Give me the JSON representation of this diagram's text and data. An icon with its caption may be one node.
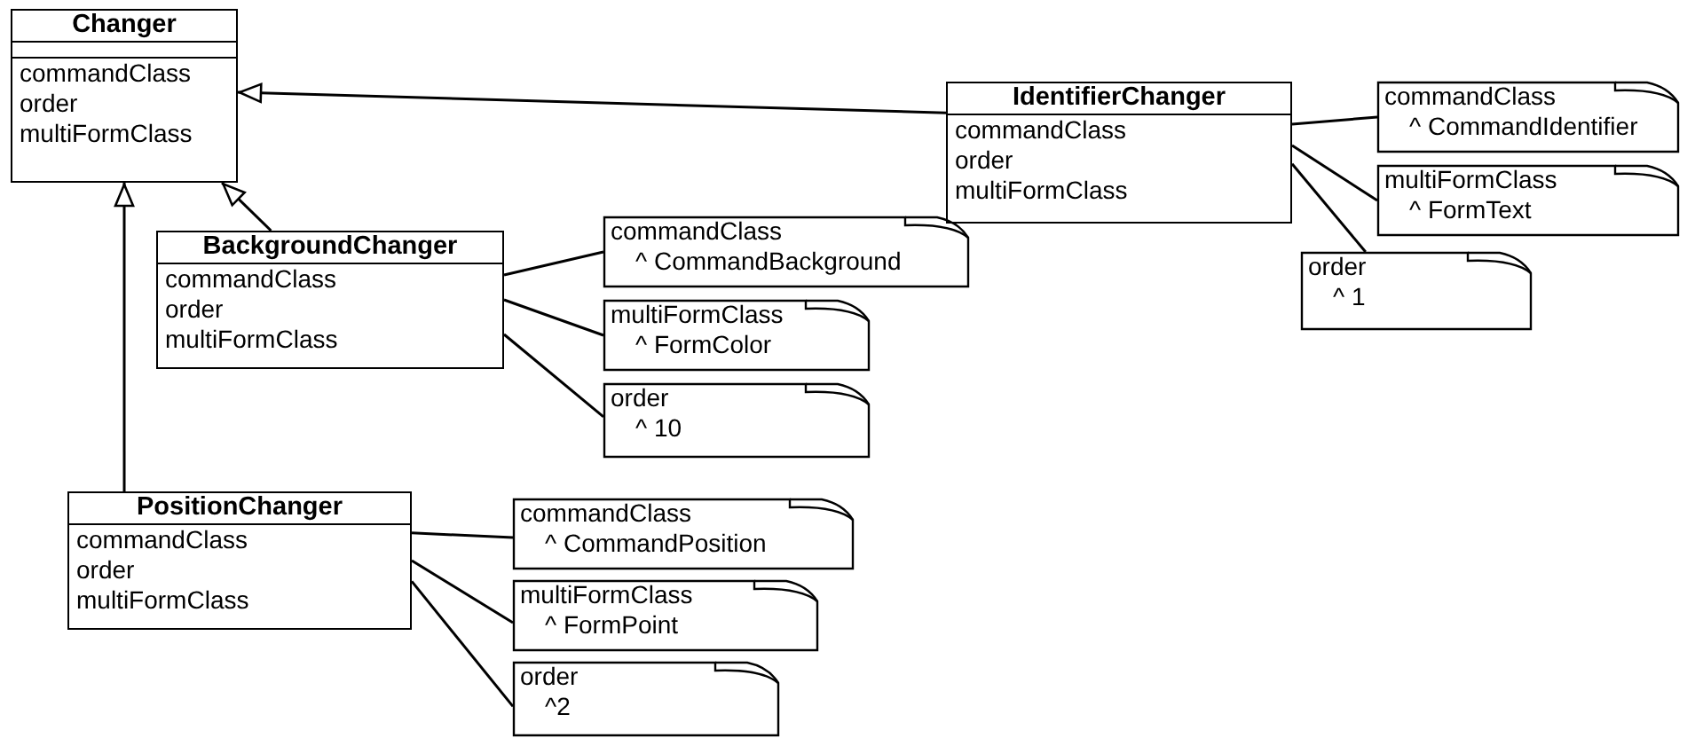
{
  "diagram": {
    "nodes": [
      {
        "text": [
          "Changer",
          "commandClass",
          "order",
          "multiFormClass"
        ]
      },
      {
        "text": [
          "IdentifierChanger",
          "commandClass",
          "order",
          "multiFormClass"
        ]
      },
      {
        "text": [
          "commandClass",
          "^ CommandIdentifier"
        ]
      },
      {
        "text": [
          "multiFormClass",
          "^ FormText"
        ]
      },
      {
        "text": [
          "order",
          "^ 1"
        ]
      },
      {
        "text": [
          "BackgroundChanger",
          "commandClass",
          "order",
          "multiFormClass"
        ]
      },
      {
        "text": [
          "commandClass",
          "^ CommandBackground"
        ]
      },
      {
        "text": [
          "multiFormClass",
          "^ FormColor"
        ]
      },
      {
        "text": [
          "order",
          "^ 10"
        ]
      },
      {
        "text": [
          "PositionChanger",
          "commandClass",
          "order",
          "multiFormClass"
        ]
      },
      {
        "text": [
          "commandClass",
          "^ CommandPosition"
        ]
      },
      {
        "text": [
          "multiFormClass",
          "^ FormPoint"
        ]
      },
      {
        "text": [
          "order",
          "^2"
        ]
      }
    ],
    "edges": [
      {
        "from": 1,
        "to": 0,
        "arrow": "to"
      },
      {
        "from": 5,
        "to": 0,
        "arrow": "to"
      },
      {
        "from": 9,
        "to": 0,
        "arrow": "to"
      },
      {
        "from": 1,
        "to": 2,
        "arrow": "none"
      },
      {
        "from": 1,
        "to": 3,
        "arrow": "none"
      },
      {
        "from": 1,
        "to": 4,
        "arrow": "none"
      },
      {
        "from": 5,
        "to": 6,
        "arrow": "none"
      },
      {
        "from": 5,
        "to": 7,
        "arrow": "none"
      },
      {
        "from": 5,
        "to": 8,
        "arrow": "none"
      },
      {
        "from": 9,
        "to": 10,
        "arrow": "none"
      },
      {
        "from": 9,
        "to": 11,
        "arrow": "none"
      },
      {
        "from": 9,
        "to": 12,
        "arrow": "none"
      }
    ]
  }
}
